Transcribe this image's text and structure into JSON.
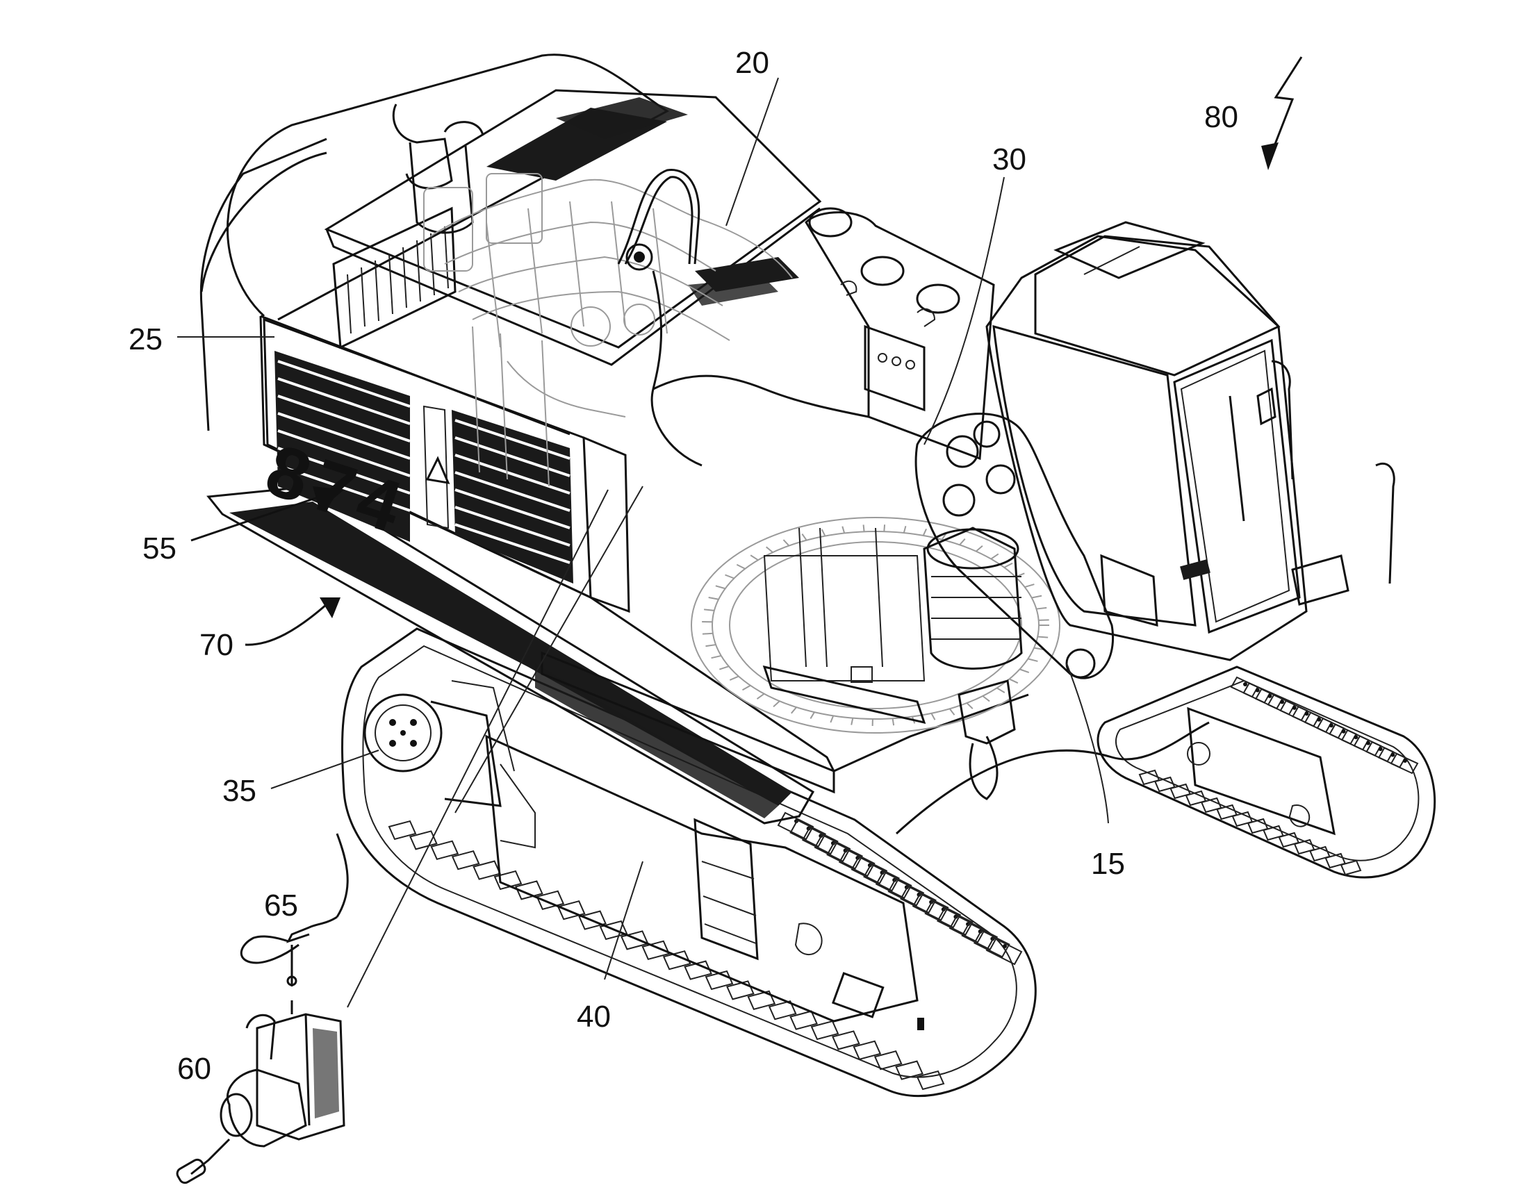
{
  "figure": {
    "reference_numerals": {
      "r15": "15",
      "r20": "20",
      "r25": "25",
      "r30": "30",
      "r35": "35",
      "r40": "40",
      "r55": "55",
      "r60": "60",
      "r65": "65",
      "r70": "70",
      "r80": "80"
    },
    "marking_text": "874",
    "colors": {
      "line": "#111111",
      "hidden_line": "#9a9a9a",
      "background": "#ffffff"
    }
  }
}
